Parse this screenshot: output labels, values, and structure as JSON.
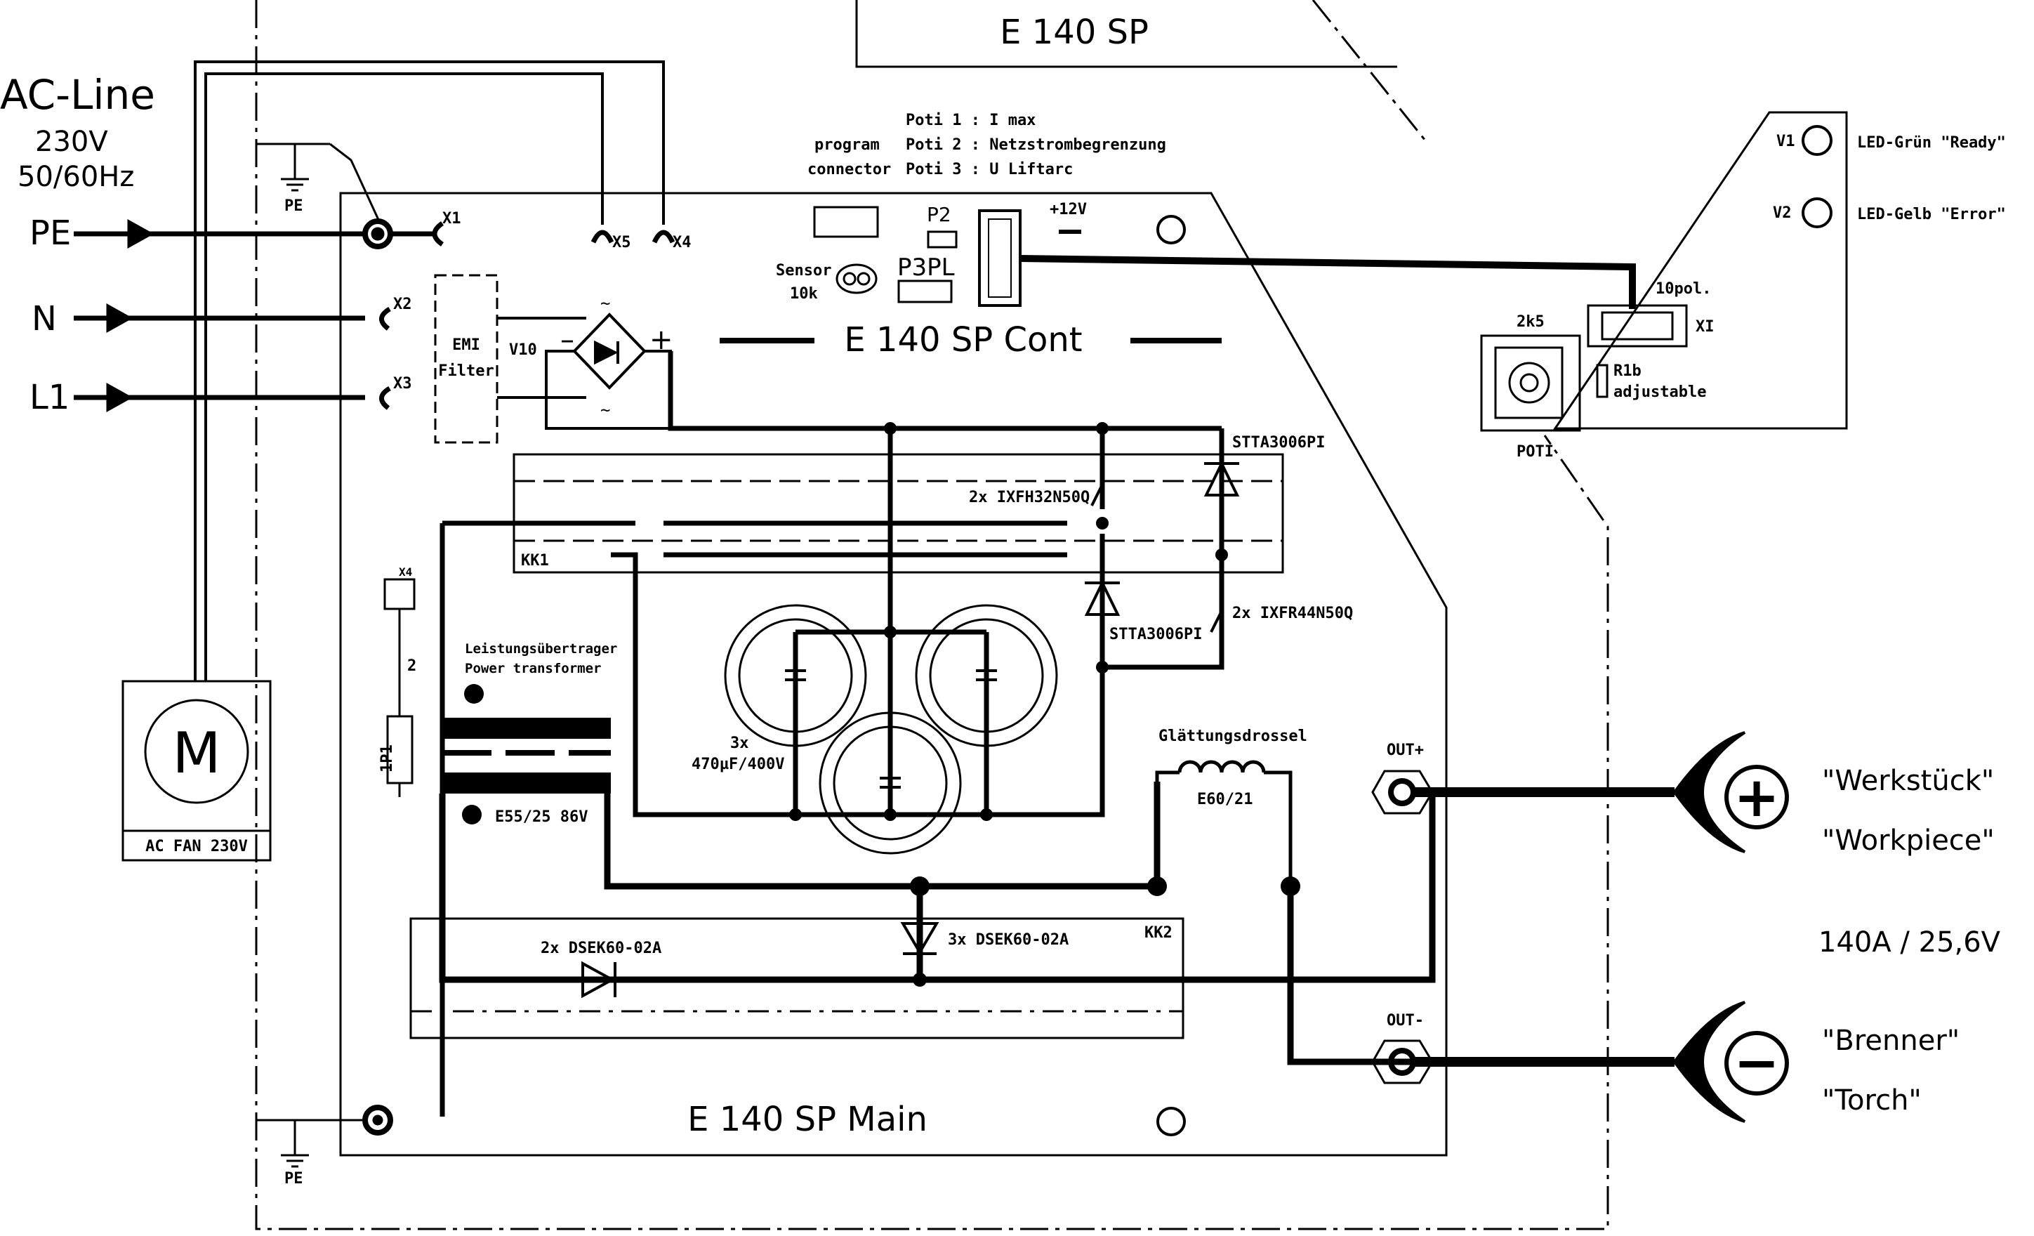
{
  "header": {
    "title": "E 140 SP"
  },
  "ac_line": {
    "title": "AC-Line",
    "voltage": "230V",
    "frequency": "50/60Hz"
  },
  "inputs": {
    "pe": "PE",
    "n": "N",
    "l1": "L1",
    "pe_ground_top": "PE",
    "pe_ground_bottom": "PE"
  },
  "connectors": {
    "x1": "X1",
    "x2": "X2",
    "x3": "X3",
    "x4": "X4",
    "x5": "X5",
    "xi": "XI"
  },
  "fan": {
    "label": "AC FAN 230V",
    "symbol": "M"
  },
  "control": {
    "board_title": "E 140 SP Cont",
    "poti1": "Poti 1 : I max",
    "poti2": "Poti 2 : Netzstrombegrenzung",
    "poti3": "Poti 3 : U Liftarc",
    "program": "program",
    "connector": "connector",
    "p2": "P2",
    "p3pl": "P3PL",
    "sensor": "Sensor",
    "sensor_value": "10k",
    "v12": "+12V"
  },
  "main": {
    "board_title": "E 140 SP Main",
    "emi1": "EMI",
    "emi2": "Filter",
    "v10": "V10",
    "kk1": "KK1",
    "kk2": "KK2",
    "transistor_top": "2x IXFH32N50Q",
    "transistor_bottom": "2x IXFR44N50Q",
    "diode_top": "STTA3006PI",
    "diode_bottom": "STTA3006PI",
    "caps_count": "3x",
    "caps_value": "470µF/400V",
    "xfmr_de": "Leistungsübertrager",
    "xfmr_en": "Power transformer",
    "core": "E55/25 86V",
    "choke_name": "Glättungsdrossel",
    "choke_core": "E60/21",
    "diode_out1": "2x DSEK60-02A",
    "diode_out2": "3x DSEK60-02A",
    "sensor_x4": "X4",
    "sensor_num": "2",
    "sensor_code": "1P1"
  },
  "front_panel": {
    "led_v1": "V1",
    "led_v2": "V2",
    "led_green": "LED-Grün \"Ready\"",
    "led_yellow": "LED-Gelb \"Error\"",
    "cable": "10pol.",
    "pot_value": "2k5",
    "r_adj1": "R1b",
    "r_adj2": "adjustable",
    "poti": "POTI"
  },
  "outputs": {
    "out_plus": "OUT+",
    "out_minus": "OUT-",
    "plus_de": "\"Werkstück\"",
    "plus_en": "\"Workpiece\"",
    "rating": "140A / 25,6V",
    "minus_de": "\"Brenner\"",
    "minus_en": "\"Torch\"",
    "plus_symbol": "+",
    "minus_symbol": "−"
  }
}
